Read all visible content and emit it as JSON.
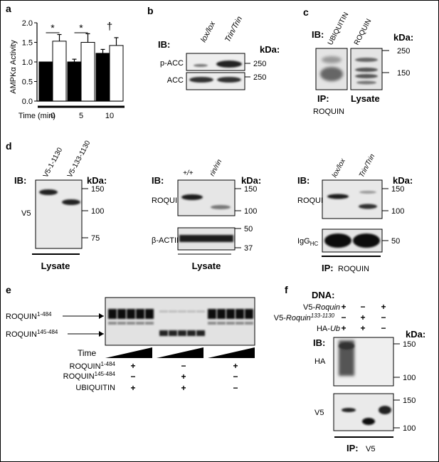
{
  "panels": {
    "a": {
      "letter": "a",
      "ylabel": "AMPKα Activity",
      "xlabel": "Time (min)",
      "sig": [
        "*",
        "*",
        "†"
      ],
      "chart_data": {
        "type": "bar",
        "categories": [
          "0",
          "5",
          "10"
        ],
        "series": [
          {
            "values": [
              1.0,
              1.0,
              1.22
            ],
            "errors": [
              0.0,
              0.07,
              0.1
            ],
            "color": "#000000"
          },
          {
            "values": [
              1.53,
              1.5,
              1.42
            ],
            "errors": [
              0.17,
              0.22,
              0.2
            ],
            "color": "#ffffff"
          }
        ],
        "ylim": [
          0.0,
          2.0
        ],
        "yticks": [
          "0.0",
          "0.5",
          "1.0",
          "1.5",
          "2.0"
        ]
      }
    },
    "b": {
      "letter": "b",
      "ib": "IB:",
      "lanes": [
        "lox/lox",
        "Trin/Trin"
      ],
      "kda": "kDa:",
      "rows": [
        {
          "label": "p-ACC",
          "marker": "250"
        },
        {
          "label": "ACC",
          "marker": "250"
        }
      ]
    },
    "c": {
      "letter": "c",
      "ib": "IB:",
      "lanes": [
        "UBIQUITIN",
        "ROQUIN"
      ],
      "kda": "kDa:",
      "markers": [
        "250",
        "150"
      ],
      "ip": "IP:",
      "ip_target": "ROQUIN",
      "lysate": "Lysate"
    },
    "d": {
      "letter": "d",
      "left": {
        "ib": "IB:",
        "lanes": [
          "V5-1-1130",
          "V5-133-1130"
        ],
        "kda": "kDa:",
        "row_label": "V5",
        "markers": [
          "150",
          "100",
          "75"
        ],
        "footer": "Lysate"
      },
      "middle": {
        "ib": "IB:",
        "lanes": [
          "+/+",
          "rin/rin"
        ],
        "kda": "kDa:",
        "rows": [
          "ROQUIN",
          "β-ACTIN"
        ],
        "markers_top": [
          "150",
          "100"
        ],
        "markers_bottom": [
          "50",
          "37"
        ],
        "footer": "Lysate"
      },
      "right": {
        "ib": "IB:",
        "lanes": [
          "lox/lox",
          "Trin/Trin"
        ],
        "kda": "kDa:",
        "rows": [
          "ROQUIN",
          "IgG"
        ],
        "igg_sub": "HC",
        "markers_top": [
          "150",
          "100"
        ],
        "markers_bottom": [
          "50"
        ],
        "footer_ip": "IP:",
        "footer_target": "ROQUIN"
      }
    },
    "e": {
      "letter": "e",
      "band_labels": [
        {
          "name": "ROQUIN",
          "sup": "1-484"
        },
        {
          "name": "ROQUIN",
          "sup": "145-484"
        }
      ],
      "time": "Time",
      "conditions": [
        {
          "name": "ROQUIN",
          "sup": "1-484",
          "marks": [
            "+",
            "−",
            "+"
          ]
        },
        {
          "name": "ROQUIN",
          "sup": "145-484",
          "marks": [
            "−",
            "+",
            "−"
          ]
        },
        {
          "name": "UBIQUITIN",
          "sup": "",
          "marks": [
            "+",
            "+",
            "−"
          ]
        }
      ]
    },
    "f": {
      "letter": "f",
      "dna": "DNA:",
      "conditions": [
        {
          "prefix": "V5-",
          "name": "Roquin",
          "sup": "",
          "marks": [
            "+",
            "−",
            "+"
          ]
        },
        {
          "prefix": "V5-",
          "name": "Roquin",
          "sup": "133-1130",
          "marks": [
            "−",
            "+",
            "−"
          ]
        },
        {
          "prefix": "HA-",
          "name": "Ub",
          "sup": "",
          "marks": [
            "+",
            "+",
            "−"
          ]
        }
      ],
      "ib": "IB:",
      "kda": "kDa:",
      "rows": [
        "HA",
        "V5"
      ],
      "markers_top": [
        "150",
        "100"
      ],
      "markers_bottom": [
        "150",
        "100"
      ],
      "footer_ip": "IP:",
      "footer_target": "V5"
    }
  }
}
